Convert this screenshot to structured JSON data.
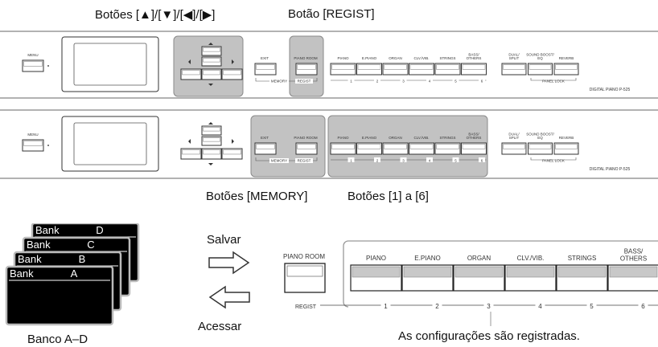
{
  "callouts": {
    "cursor_buttons": "Botões [▲]/[▼]/[◀]/[▶]",
    "regist_button": "Botão [REGIST]",
    "memory_buttons": "Botões [MEMORY]",
    "number_buttons": "Botões [1] a [6]",
    "save": "Salvar",
    "recall": "Acessar",
    "bank_range": "Banco A–D",
    "registered": "As configurações são registradas."
  },
  "panel": {
    "menu": "MENU",
    "exit": "EXIT",
    "piano_room": "PIANO ROOM",
    "memory": "MEMORY",
    "regist": "REGIST",
    "voices": [
      "PIANO",
      "E.PIANO",
      "ORGAN",
      "CLV./VIB.",
      "STRINGS",
      "BASS/\nOTHERS"
    ],
    "numbers": [
      "1",
      "2",
      "3",
      "4",
      "5",
      "6"
    ],
    "dual_split": "DUAL/\nSPLIT",
    "sound_boost": "SOUND BOOST/\nEQ",
    "reverb": "REVERB",
    "panel_lock": "PANEL LOCK",
    "model": "DIGITAL PIANO P-525"
  },
  "banks": [
    {
      "label": "Bank",
      "letter": "D"
    },
    {
      "label": "Bank",
      "letter": "C"
    },
    {
      "label": "Bank",
      "letter": "B"
    },
    {
      "label": "Bank",
      "letter": "A"
    }
  ]
}
